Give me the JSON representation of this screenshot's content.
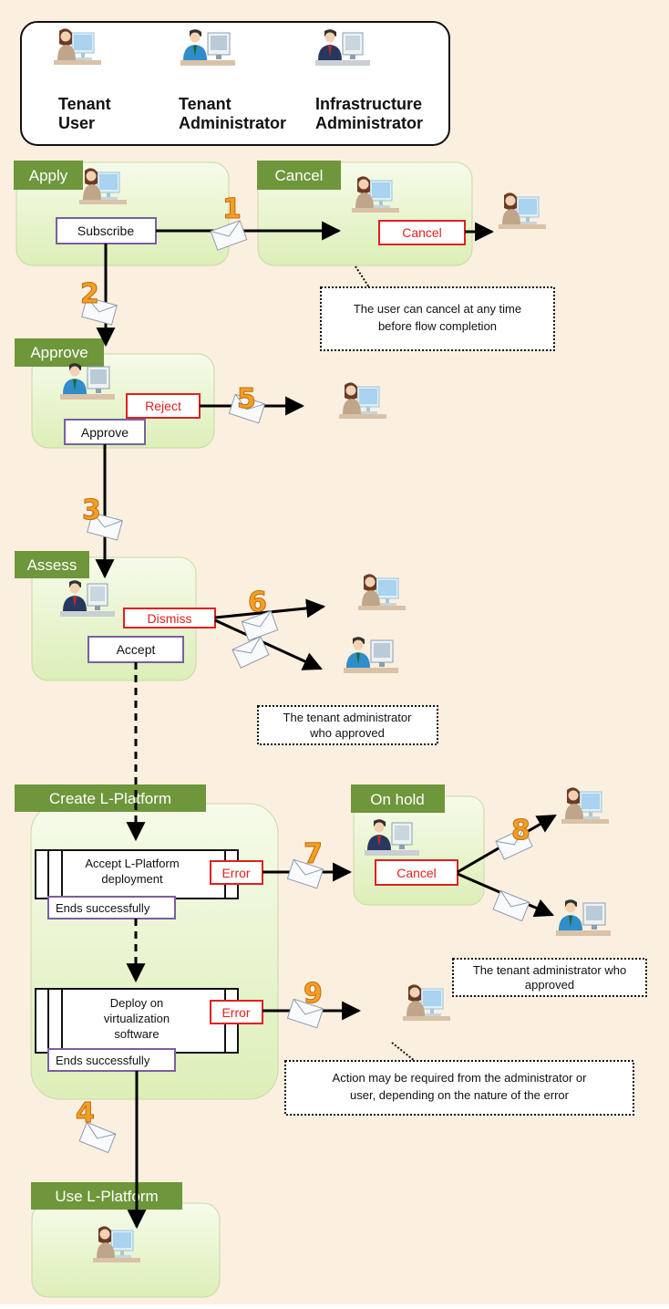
{
  "colors": {
    "background": "#FBEFDF",
    "green_panel": "#E4F3C6",
    "green_label": "#6E963A",
    "purple_border": "#7A5FA0",
    "red_border": "#E02020",
    "red_text": "#E02020",
    "arrow": "#000000",
    "step_number": "#F2A023"
  },
  "legend": {
    "roles": [
      {
        "label": "Tenant\nUser",
        "icon": "tenant-user-icon"
      },
      {
        "label": "Tenant\nAdministrator",
        "icon": "tenant-admin-icon"
      },
      {
        "label": "Infrastructure\nAdministrator",
        "icon": "infra-admin-icon"
      }
    ]
  },
  "stages": {
    "apply": "Apply",
    "cancel": "Cancel",
    "approve": "Approve",
    "assess": "Assess",
    "create": "Create L-Platform",
    "on_hold": "On hold",
    "use": "Use L-Platform"
  },
  "buttons": {
    "subscribe": "Subscribe",
    "cancel_request": "Cancel",
    "reject": "Reject",
    "approve": "Approve",
    "dismiss": "Dismiss",
    "accept": "Accept",
    "error_1": "Error",
    "error_2": "Error",
    "cancel_hold": "Cancel"
  },
  "processes": {
    "accept_deployment": {
      "line1": "Accept L-Platform",
      "line2": "deployment"
    },
    "deploy_virtualization": {
      "line1": "Deploy on",
      "line2": "virtualization",
      "line3": "software"
    },
    "ends_successfully_1": "Ends successfully",
    "ends_successfully_2": "Ends successfully"
  },
  "notes": {
    "cancel_note": {
      "line1": "The user can cancel at any time",
      "line2": "before flow completion"
    },
    "tenant_admin_note_1": {
      "line1": "The tenant administrator",
      "line2": "who approved"
    },
    "tenant_admin_note_2": {
      "line1": "The tenant administrator who",
      "line2": "approved"
    },
    "error_note": {
      "line1": "Action may be required from the administrator or",
      "line2": "user, depending on the nature of the error"
    }
  },
  "steps": [
    "1",
    "2",
    "3",
    "4",
    "5",
    "6",
    "7",
    "8",
    "9"
  ]
}
